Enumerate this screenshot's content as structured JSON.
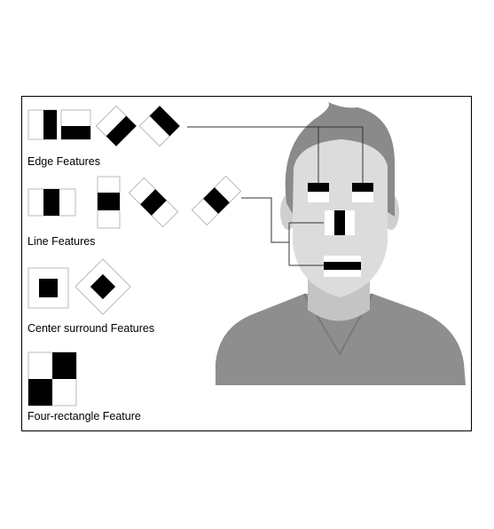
{
  "labels": {
    "edge": "Edge Features",
    "line": "Line Features",
    "center": "Center surround Features",
    "four": "Four-rectangle Feature"
  },
  "colors": {
    "black": "#000000",
    "white": "#ffffff",
    "skin": "#dcdcdc",
    "skin_shadow": "#c4c4c4",
    "hair": "#8a8a8a",
    "shirt": "#8e8e8e",
    "frame": "#000000"
  }
}
